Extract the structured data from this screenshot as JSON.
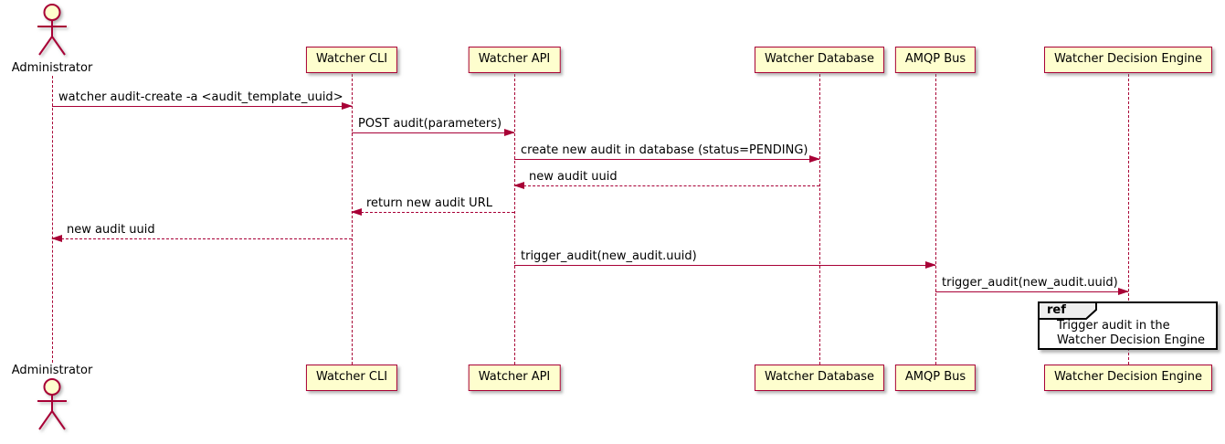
{
  "diagram_type": "sequence",
  "participants": [
    {
      "name": "Administrator",
      "kind": "actor"
    },
    {
      "name": "Watcher CLI",
      "kind": "participant"
    },
    {
      "name": "Watcher API",
      "kind": "participant"
    },
    {
      "name": "Watcher Database",
      "kind": "participant"
    },
    {
      "name": "AMQP Bus",
      "kind": "participant"
    },
    {
      "name": "Watcher Decision Engine",
      "kind": "participant"
    }
  ],
  "messages": [
    {
      "from": "Administrator",
      "to": "Watcher CLI",
      "label": "watcher audit-create -a <audit_template_uuid>",
      "line": "solid",
      "direction": "right"
    },
    {
      "from": "Watcher CLI",
      "to": "Watcher API",
      "label": "POST audit(parameters)",
      "line": "solid",
      "direction": "right"
    },
    {
      "from": "Watcher API",
      "to": "Watcher Database",
      "label": "create new audit in database (status=PENDING)",
      "line": "solid",
      "direction": "right"
    },
    {
      "from": "Watcher Database",
      "to": "Watcher API",
      "label": "new audit uuid",
      "line": "dashed",
      "direction": "left"
    },
    {
      "from": "Watcher API",
      "to": "Watcher CLI",
      "label": "return new audit URL",
      "line": "dashed",
      "direction": "left"
    },
    {
      "from": "Watcher CLI",
      "to": "Administrator",
      "label": "new audit uuid",
      "line": "dashed",
      "direction": "left"
    },
    {
      "from": "Watcher API",
      "to": "AMQP Bus",
      "label": "trigger_audit(new_audit.uuid)",
      "line": "solid",
      "direction": "right"
    },
    {
      "from": "AMQP Bus",
      "to": "Watcher Decision Engine",
      "label": "trigger_audit(new_audit.uuid)",
      "line": "solid",
      "direction": "right"
    }
  ],
  "ref_fragment": {
    "keyword": "ref",
    "over": "Watcher Decision Engine",
    "line1": "Trigger audit in the",
    "line2": "Watcher Decision Engine"
  },
  "colors": {
    "line_and_border": "#a80036",
    "participant_fill": "#fefece",
    "ref_border": "#000000",
    "ref_header_fill": "#eeeeee",
    "text": "#000000",
    "background": "#ffffff"
  }
}
